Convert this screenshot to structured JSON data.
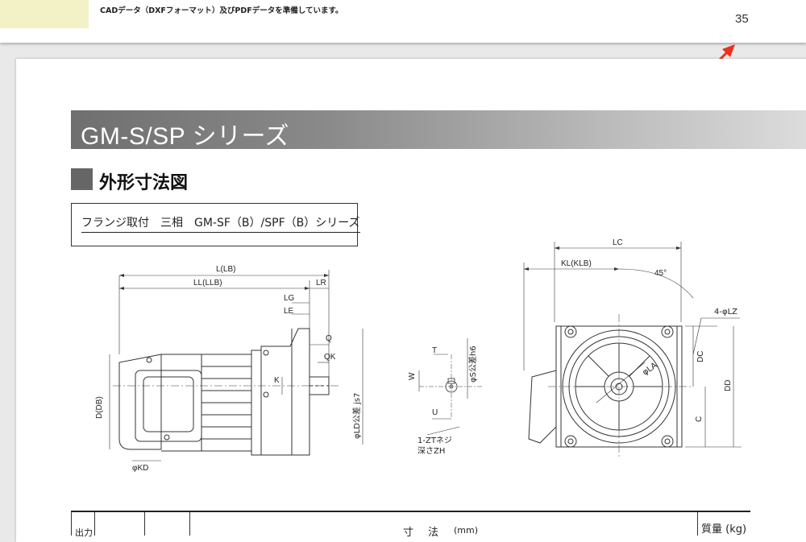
{
  "prev_page": {
    "note": "CADデータ（DXFフォーマット）及びPDFデータを準備しています。",
    "page_number": "35"
  },
  "page": {
    "series_title": "GM-S/SP シリーズ",
    "section_title": "外形寸法図",
    "subtitle": "フランジ取付　三相　GM-SF（B）/SPF（B）シリーズ"
  },
  "drawing_labels": {
    "L": "L(LB)",
    "LL": "LL(LLB)",
    "LR": "LR",
    "LG": "LG",
    "LE": "LE",
    "Q": "Q",
    "QK": "QK",
    "K": "K",
    "LD": "φLD公差 js7",
    "DB": "D(DB)",
    "KD": "φKD",
    "T": "T",
    "W": "W",
    "U": "U",
    "S": "φS公差h6",
    "ZT": "1-ZTネジ",
    "ZH": "深さZH",
    "LC": "LC",
    "KL": "KL(KLB)",
    "angle": "45°",
    "LZ": "4-φLZ",
    "DC": "DC",
    "DD": "DD",
    "C": "C",
    "LA": "φLA"
  },
  "table_header": {
    "output": "出力",
    "dims": "寸法",
    "unit": "(mm)",
    "mass": "質量 (kg)"
  }
}
